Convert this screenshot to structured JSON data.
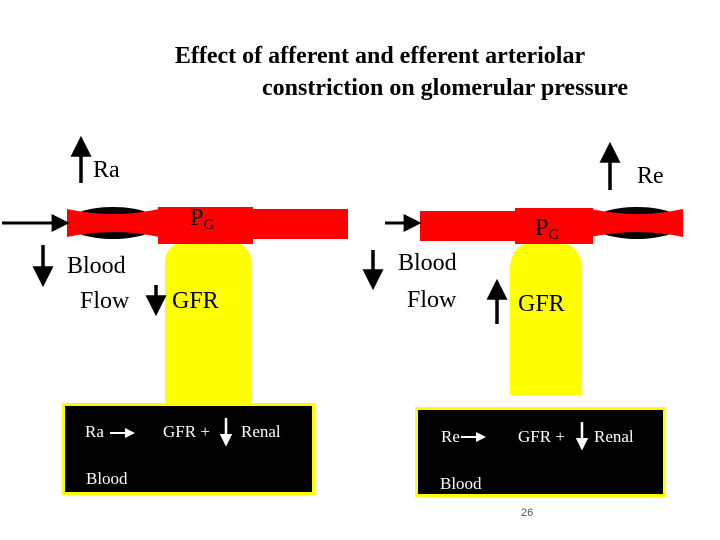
{
  "title": {
    "line1": "Effect of afferent and efferent arteriolar",
    "line2": "constriction on glomerular pressure"
  },
  "left_panel": {
    "resistance_label": "Ra",
    "pressure_label": "P",
    "pressure_subscript": "G",
    "blood_flow_line1": "Blood",
    "blood_flow_line2": "Flow",
    "gfr_label": "GFR",
    "box": {
      "resistance": "Ra",
      "gfr_text": "GFR +",
      "renal_text": "Renal",
      "blood_text": "Blood"
    }
  },
  "right_panel": {
    "resistance_label": "Re",
    "pressure_label": "P",
    "pressure_subscript": "G",
    "blood_flow_line1": "Blood",
    "blood_flow_line2": "Flow",
    "gfr_label": "GFR",
    "box": {
      "resistance": "Re",
      "gfr_text": "GFR +",
      "renal_text": "Renal",
      "blood_text": "Blood"
    }
  },
  "page_number": "26",
  "colors": {
    "vessel": "#ff0000",
    "tubule": "#ffff00",
    "box_background": "#000000",
    "box_border": "#ffff00",
    "arrow": "#000000"
  }
}
